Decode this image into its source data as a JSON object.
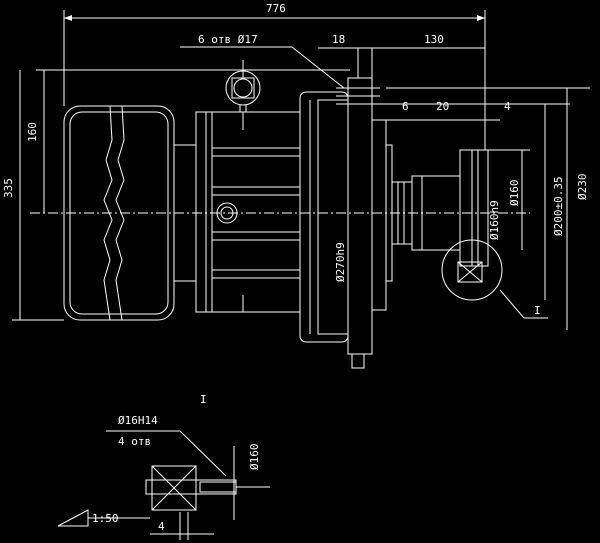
{
  "colors": {
    "background": "#000000",
    "lines": "#ffffff"
  },
  "dimensions": {
    "overall_length": "776",
    "holes_label": "6 отв  Ø17",
    "d18": "18",
    "d130": "130",
    "d6": "6",
    "d20": "20",
    "d4": "4",
    "h160": "160",
    "h335": "335",
    "dia160": "Ø160",
    "dia160h9": "Ø160h9",
    "dia200": "Ø200±0.35",
    "dia230": "Ø230",
    "dia270": "Ø270h9"
  },
  "callouts": {
    "view_main": "I",
    "view_detail": "I"
  },
  "detail": {
    "hole_label": "Ø16H14",
    "hole_count": "4  отв",
    "taper": "1:50",
    "dia160": "Ø160",
    "d4": "4"
  }
}
